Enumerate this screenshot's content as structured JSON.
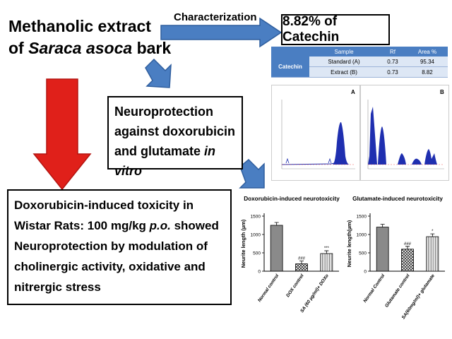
{
  "title": {
    "line1": "Methanolic extract",
    "line2_prefix": "of ",
    "line2_italic": "Saraca asoca",
    "line2_suffix": " bark"
  },
  "characterization_label": "Characterization",
  "result": "8.82% of Catechin",
  "neuro_box": {
    "line1": "Neuroprotection",
    "line2": "against doxorubicin",
    "line3_prefix": "and glutamate ",
    "line3_italic": "in vitro"
  },
  "toxicity_box": {
    "line1": "Doxorubicin-induced toxicity in",
    "line2_prefix": "Wistar Rats: 100 mg/kg ",
    "line2_italic": "p.o.",
    "line2_suffix": " showed",
    "line3": "Neuroprotection by modulation of",
    "line4": "cholinergic activity, oxidative and",
    "line5": "nitrergic stress"
  },
  "table": {
    "headers": [
      "",
      "Sample",
      "Rf",
      "Area %"
    ],
    "row_label": "Catechin",
    "rows": [
      [
        "Standard (A)",
        "0.73",
        "95.34"
      ],
      [
        "Extract (B)",
        "0.73",
        "8.82"
      ]
    ]
  },
  "chromatograms": {
    "label_a": "A",
    "label_b": "B"
  },
  "colors": {
    "arrow_blue": "#4a7ec2",
    "arrow_red": "#e0201a",
    "peak_blue": "#1f2fb0",
    "table_header": "#4a7ec2"
  },
  "chart_data": [
    {
      "type": "bar",
      "title": "Doxorubicin-induced neurotoxicity",
      "ylabel": "Neurite length (µm)",
      "ylim": [
        0,
        1500
      ],
      "yticks": [
        0,
        500,
        1000,
        1500
      ],
      "categories": [
        "Normal control",
        "DOX control",
        "SA (60 µg/ml)+ DOXo"
      ],
      "values": [
        1250,
        200,
        480
      ],
      "annotations": [
        "",
        "###",
        "***"
      ]
    },
    {
      "type": "bar",
      "title": "Glutamate-induced neurotoxicity",
      "ylabel": "Neurite length(µm)",
      "ylim": [
        0,
        1500
      ],
      "yticks": [
        0,
        500,
        1000,
        1500
      ],
      "categories": [
        "Normal Control",
        "Glutamate control",
        "SA(60mg/ml)+ glutamate"
      ],
      "values": [
        1200,
        600,
        940
      ],
      "annotations": [
        "",
        "###",
        "*"
      ]
    }
  ]
}
